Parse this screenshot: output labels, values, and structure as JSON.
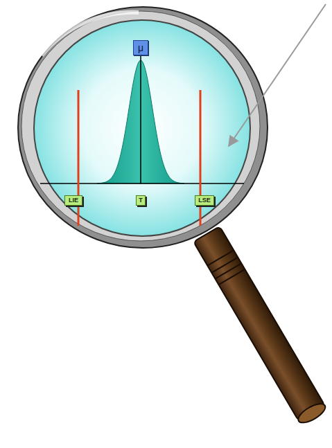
{
  "diagram": {
    "nodes": [
      {
        "text": [
          "μ"
        ]
      },
      {
        "text": [
          "LIE"
        ]
      },
      {
        "text": [
          "T"
        ]
      },
      {
        "text": [
          "LSE"
        ]
      }
    ]
  }
}
